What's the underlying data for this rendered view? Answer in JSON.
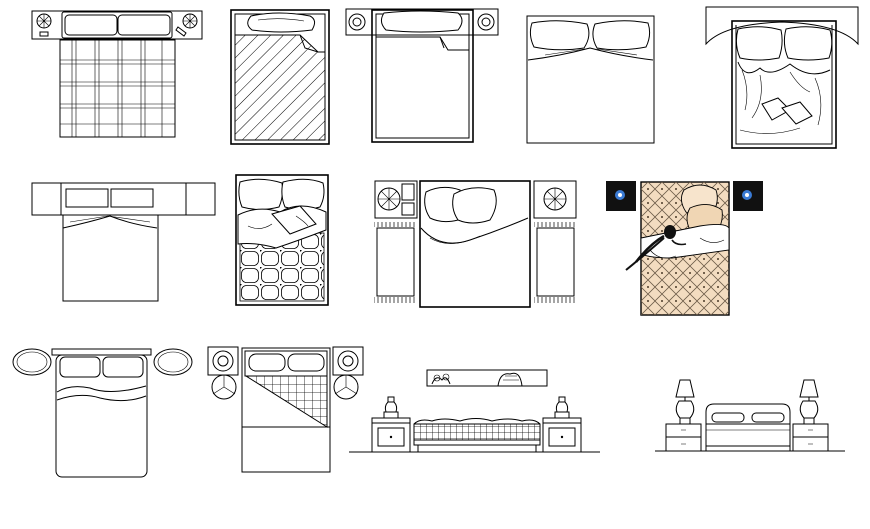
{
  "sheet": {
    "background": "#ffffff",
    "line_color": "#000000",
    "accent_colors": {
      "bedspread": "#f3dcc0",
      "side_panel": "#111111",
      "panel_icon": "#3a7bd5"
    }
  },
  "blocks": [
    {
      "id": "bed-01",
      "view": "plan",
      "style": "plaid-quilt-with-nightstand-lamps"
    },
    {
      "id": "bed-02",
      "view": "plan",
      "style": "diagonal-hatched-cover"
    },
    {
      "id": "bed-03",
      "view": "plan",
      "style": "folded-sheet-with-round-lamps"
    },
    {
      "id": "bed-04",
      "view": "plan",
      "style": "plain-with-two-pillows"
    },
    {
      "id": "bed-05",
      "view": "plan",
      "style": "canopy-with-rumpled-sheets"
    },
    {
      "id": "bed-06",
      "view": "plan",
      "style": "wide-headboard-plain"
    },
    {
      "id": "bed-07",
      "view": "plan",
      "style": "tufted-quilt"
    },
    {
      "id": "bed-08",
      "view": "plan",
      "style": "with-nightstands-and-rugs"
    },
    {
      "id": "bed-09",
      "view": "plan",
      "style": "colored-with-sleeping-person"
    },
    {
      "id": "bed-10",
      "view": "plan",
      "style": "oval-side-tables"
    },
    {
      "id": "bed-11",
      "view": "plan",
      "style": "checked-cover-with-round-lamps"
    },
    {
      "id": "bed-12",
      "view": "elevation",
      "style": "bench-with-shelf-and-nightstands"
    },
    {
      "id": "bed-13",
      "view": "elevation",
      "style": "bed-with-lamps-and-nightstands"
    }
  ]
}
